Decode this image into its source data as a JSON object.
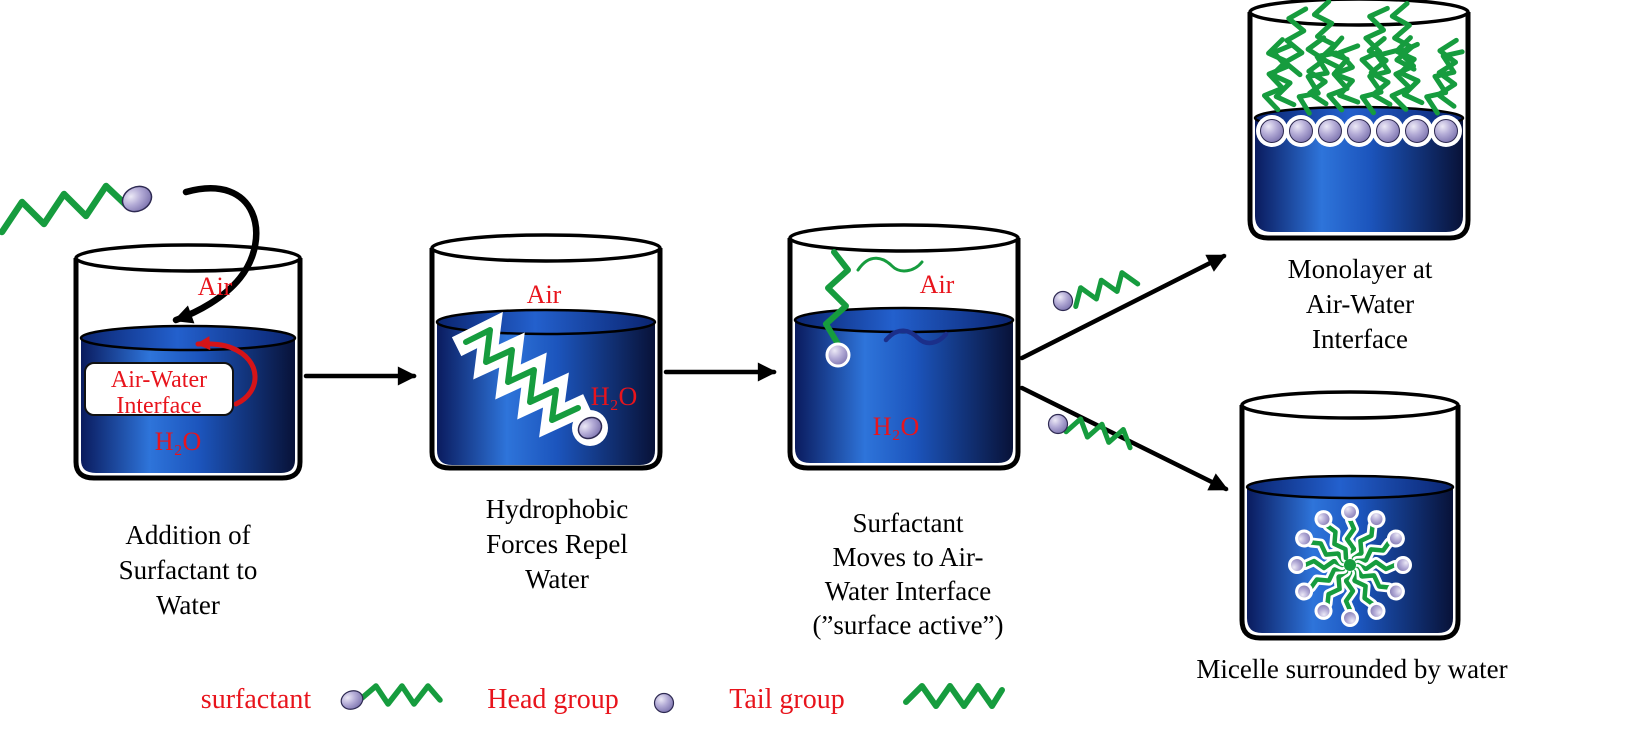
{
  "beakers": {
    "beaker1": {
      "air_label": "Air",
      "water_label": "H₂O",
      "interface_label": "Air-Water\nInterface",
      "caption": "Addition of\nSurfactant to\nWater"
    },
    "beaker2": {
      "air_label": "Air",
      "water_label": "H₂O",
      "caption": "Hydrophobic\nForces Repel\nWater"
    },
    "beaker3": {
      "air_label": "Air",
      "water_label": "H₂O",
      "caption": "Surfactant\nMoves to Air-\nWater Interface\n(”surface active”)"
    },
    "beaker4": {
      "caption": "Monolayer at\nAir-Water\nInterface"
    },
    "beaker5": {
      "caption": "Micelle surrounded by water"
    }
  },
  "legend": {
    "surfactant_label": "surfactant",
    "head_label": "Head group",
    "tail_label": "Tail group"
  },
  "colors": {
    "label_red": "#e8141c",
    "tail_green": "#169c3e",
    "water_dark": "#081a57",
    "water_light": "#2e72d8",
    "head_purple": "#a79ecf"
  }
}
